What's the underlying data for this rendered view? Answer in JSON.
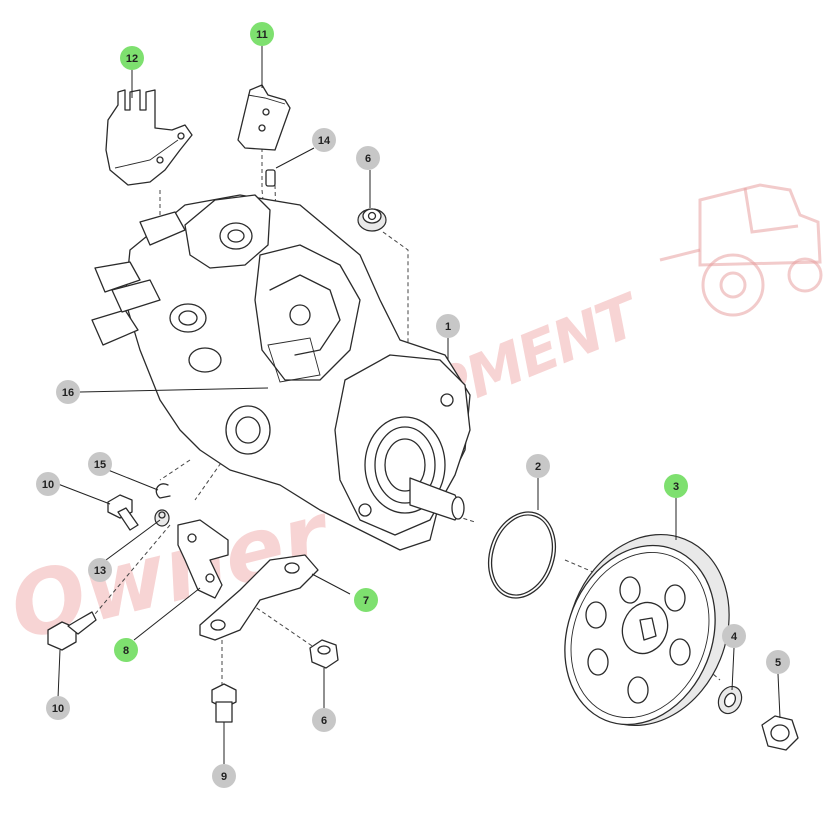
{
  "colors": {
    "badge_grey": "#c7c7c7",
    "badge_green": "#7ee06f",
    "line": "#2b2b2b",
    "watermark": "#e8a0a0"
  },
  "watermark": {
    "text_main": "EQUIPMENT",
    "text_script": "Owner",
    "icon": "tractor-icon"
  },
  "callouts": [
    {
      "label": "12",
      "color": "green"
    },
    {
      "label": "11",
      "color": "green"
    },
    {
      "label": "14",
      "color": "grey"
    },
    {
      "label": "6",
      "color": "grey"
    },
    {
      "label": "1",
      "color": "grey"
    },
    {
      "label": "16",
      "color": "grey"
    },
    {
      "label": "2",
      "color": "grey"
    },
    {
      "label": "3",
      "color": "green"
    },
    {
      "label": "10",
      "color": "grey"
    },
    {
      "label": "15",
      "color": "grey"
    },
    {
      "label": "13",
      "color": "grey"
    },
    {
      "label": "7",
      "color": "green"
    },
    {
      "label": "8",
      "color": "green"
    },
    {
      "label": "10",
      "color": "grey"
    },
    {
      "label": "4",
      "color": "grey"
    },
    {
      "label": "5",
      "color": "grey"
    },
    {
      "label": "6",
      "color": "grey"
    },
    {
      "label": "9",
      "color": "grey"
    }
  ]
}
